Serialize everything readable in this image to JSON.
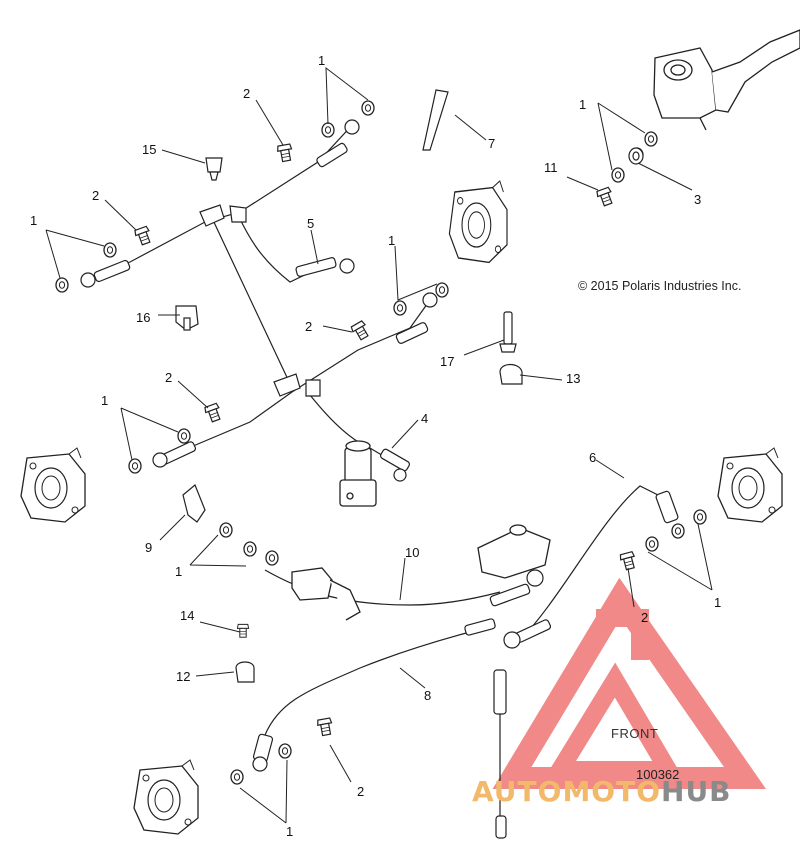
{
  "diagram": {
    "copyright": "© 2015 Polaris Industries Inc.",
    "reference_number": "100362",
    "front_label": "FRONT",
    "callouts": [
      "1",
      "2",
      "3",
      "4",
      "5",
      "6",
      "7",
      "8",
      "9",
      "10",
      "11",
      "12",
      "13",
      "14",
      "15",
      "16",
      "17"
    ]
  },
  "watermark": {
    "part1": "AUTOMOTO",
    "part2": "HUB",
    "colors": {
      "triangle": "#f07d7d",
      "text_orange": "#f3b96a",
      "text_gray": "#8a8a8a"
    }
  },
  "colors": {
    "line": "#222222",
    "part_fill": "#ffffff"
  }
}
